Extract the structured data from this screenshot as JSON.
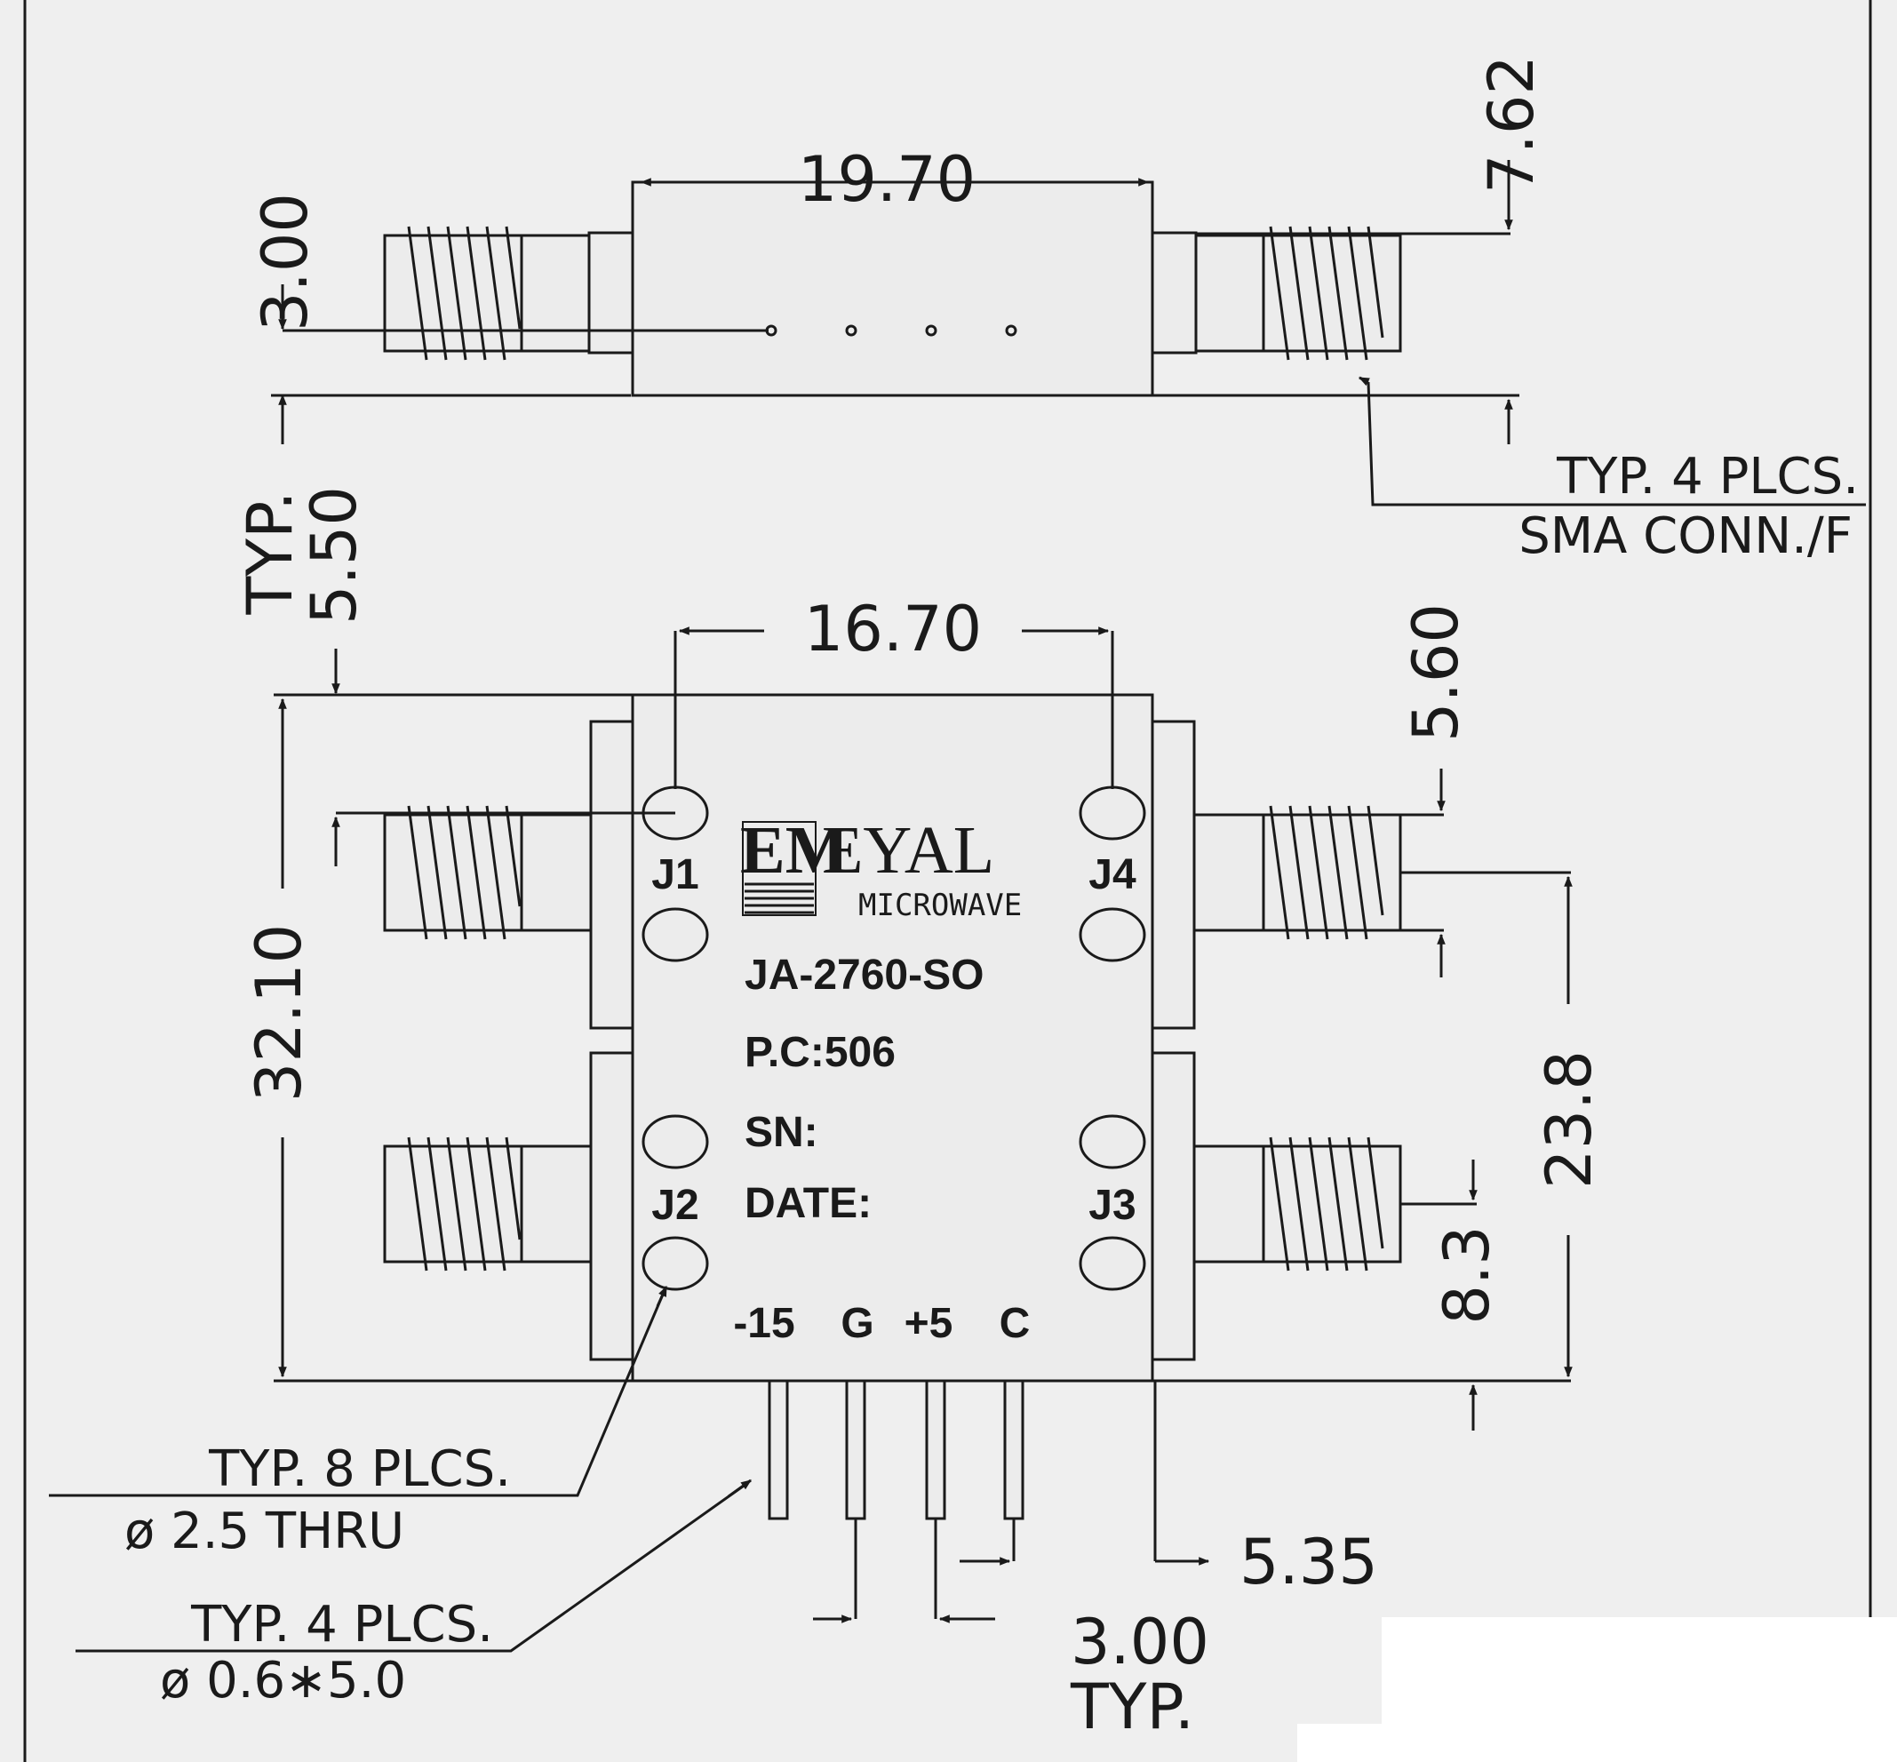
{
  "dimensions": {
    "side_length": "19.70",
    "side_offset": "3.00",
    "connector_height": "7.62",
    "typ_offset": "TYP.",
    "body_thickness": "5.50",
    "hole_spacing": "16.70",
    "body_height": "32.10",
    "hole_offset_top": "5.60",
    "connector_spacing": "23.8",
    "connector_offset_bottom": "8.3",
    "pin_edge_offset": "5.35",
    "pin_pitch": "3.00",
    "pin_pitch_typ": "TYP."
  },
  "notes": {
    "sma_line1": "TYP. 4 PLCS.",
    "sma_line2": "SMA CONN./F",
    "holes_line1": "TYP. 8 PLCS.",
    "holes_line2": "ø 2.5 THRU",
    "pins_line1": "TYP. 4 PLCS.",
    "pins_line2": "ø 0.6∗5.0"
  },
  "logo": {
    "letters": "EM",
    "name": "EYAL",
    "sub": "MICROWAVE"
  },
  "label": {
    "part_number": "JA-2760-SO",
    "pc": "P.C:506",
    "sn": "SN:",
    "date": "DATE:"
  },
  "ports": {
    "j1": "J1",
    "j2": "J2",
    "j3": "J3",
    "j4": "J4"
  },
  "pins": {
    "p1": "-15",
    "p2": "G",
    "p3": "+5",
    "p4": "C"
  }
}
